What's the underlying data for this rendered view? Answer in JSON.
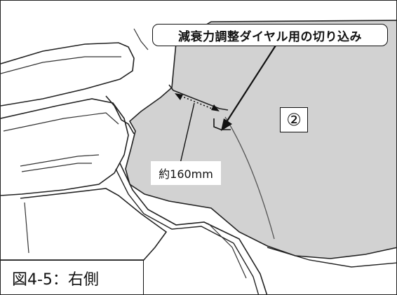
{
  "callout_label": "減衰力調整ダイヤル用の切り込み",
  "dimension_label": "約160mm",
  "part_number": "②",
  "figure_caption": "図4-5：右側",
  "colors": {
    "seat_fill": "#d2d2d2",
    "line": "#222222",
    "background": "#ffffff"
  },
  "icons": {
    "leader_arrow": "arrow-icon"
  }
}
